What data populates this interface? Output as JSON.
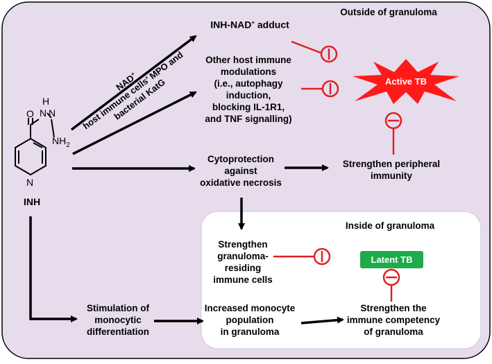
{
  "colors": {
    "outer_bg": "#e7dcec",
    "inner_bg": "#ffffff",
    "inhibit": "#e02020",
    "active_tb": "#ff1a1a",
    "latent_tb": "#1faa4b",
    "arrow": "#000000"
  },
  "regions": {
    "outside": "Outside of granuloma",
    "inside": "Inside of granuloma"
  },
  "molecule": {
    "name": "INH",
    "atom_o": "O",
    "atom_h": "H",
    "atom_n1": "N",
    "atom_n2": "N",
    "atom_nh2": "NH",
    "atom_nh2_sub": "2",
    "atom_ring_n": "N"
  },
  "arrow_labels": {
    "nad": "NAD",
    "nad_sup": "+",
    "line1": "host immune cells' MPO and",
    "line2": "bacterial KatG"
  },
  "nodes": {
    "adduct": {
      "pre": "INH-NAD",
      "sup": "+",
      "post": " adduct"
    },
    "other_mod": [
      "Other host immune",
      "modulations",
      "(i.e., autophagy",
      "induction,",
      "blocking IL-1R1,",
      "and TNF signalling)"
    ],
    "cytoprotection": [
      "Cytoprotection",
      "against",
      "oxidative necrosis"
    ],
    "peripheral": [
      "Strengthen peripheral",
      "immunity"
    ],
    "granuloma_cells": [
      "Strengthen",
      "granuloma-",
      "residing",
      "immune cells"
    ],
    "stimulation": [
      "Stimulation of",
      "monocytic",
      "differentiation"
    ],
    "monocyte": [
      "Increased monocyte",
      "population",
      "in granuloma"
    ],
    "competency": [
      "Strengthen the",
      "immune competency",
      "of granuloma"
    ]
  },
  "outcomes": {
    "active": "Active TB",
    "latent": "Latent TB"
  }
}
